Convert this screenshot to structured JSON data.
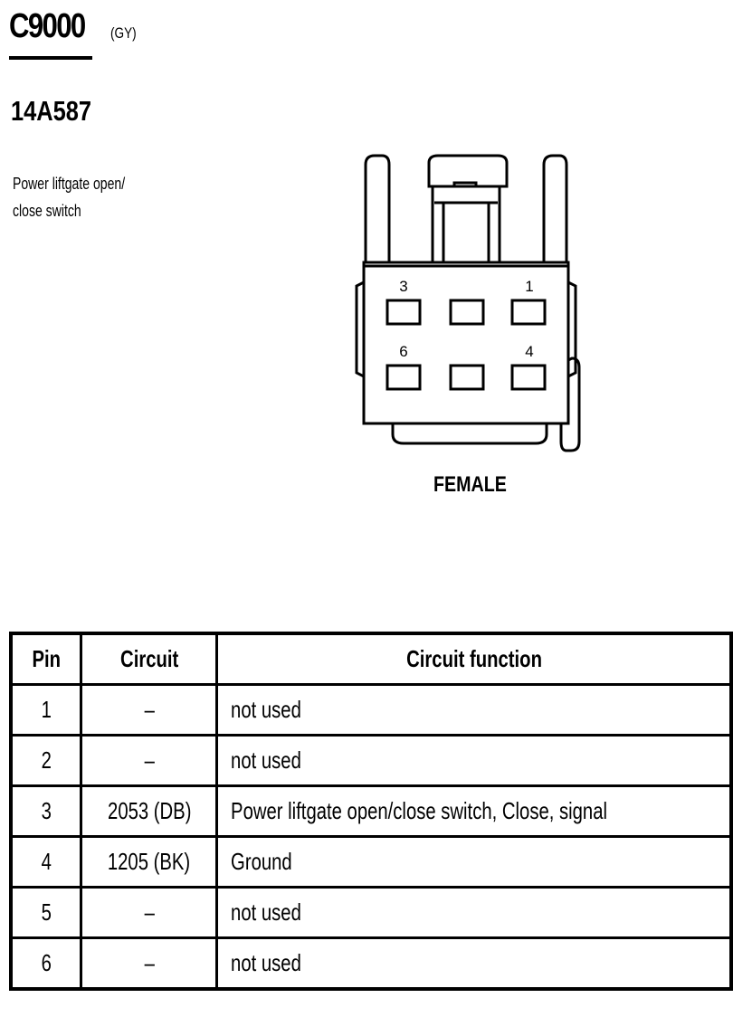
{
  "connector": {
    "id": "C9000",
    "color_code": "(GY)",
    "part_number": "14A587",
    "description_line1": "Power liftgate open/",
    "description_line2": "close switch",
    "gender": "FEMALE",
    "cavity_labels": [
      "3",
      "1",
      "6",
      "4"
    ]
  },
  "table": {
    "headers": [
      "Pin",
      "Circuit",
      "Circuit function"
    ],
    "rows": [
      {
        "pin": "1",
        "circuit": "–",
        "function": "not used"
      },
      {
        "pin": "2",
        "circuit": "–",
        "function": "not used"
      },
      {
        "pin": "3",
        "circuit": "2053 (DB)",
        "function": "Power liftgate open/close switch, Close, signal"
      },
      {
        "pin": "4",
        "circuit": "1205 (BK)",
        "function": "Ground"
      },
      {
        "pin": "5",
        "circuit": "–",
        "function": "not used"
      },
      {
        "pin": "6",
        "circuit": "–",
        "function": "not used"
      }
    ]
  }
}
